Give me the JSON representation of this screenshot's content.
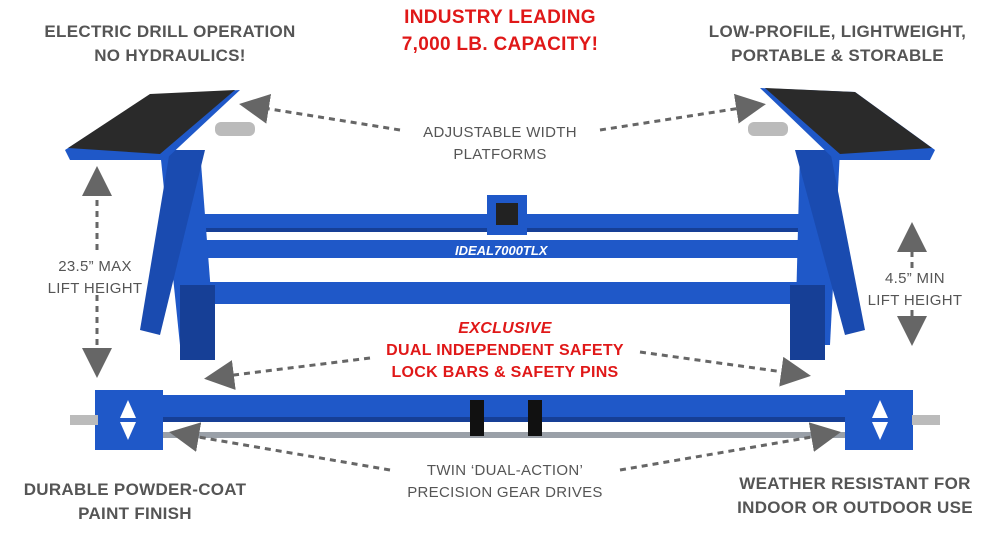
{
  "captions": {
    "top_left": [
      "ELECTRIC DRILL OPERATION",
      "NO HYDRAULICS!"
    ],
    "top_center": [
      "INDUSTRY LEADING",
      "7,000 LB. CAPACITY!"
    ],
    "top_right": [
      "LOW-PROFILE, LIGHTWEIGHT,",
      "PORTABLE & STORABLE"
    ],
    "platforms": [
      "ADJUSTABLE WIDTH",
      "PLATFORMS"
    ],
    "max_height": [
      "23.5” MAX",
      "LIFT HEIGHT"
    ],
    "min_height": [
      "4.5” MIN",
      "LIFT HEIGHT"
    ],
    "exclusive": "EXCLUSIVE",
    "safety": [
      "DUAL INDEPENDENT SAFETY",
      "LOCK BARS & SAFETY PINS"
    ],
    "gear": [
      "TWIN ‘DUAL-ACTION’",
      "PRECISION GEAR DRIVES"
    ],
    "bottom_left": [
      "DURABLE POWDER-COAT",
      "PAINT FINISH"
    ],
    "bottom_right": [
      "WEATHER RESISTANT FOR",
      "INDOOR OR OUTDOOR USE"
    ]
  },
  "product_label": "IDEAL7000TLX",
  "colors": {
    "frame": "#1f58c8",
    "frame_dark": "#163f96",
    "platform": "#2a2a2a",
    "accent": "#e01818",
    "text": "#555555"
  }
}
